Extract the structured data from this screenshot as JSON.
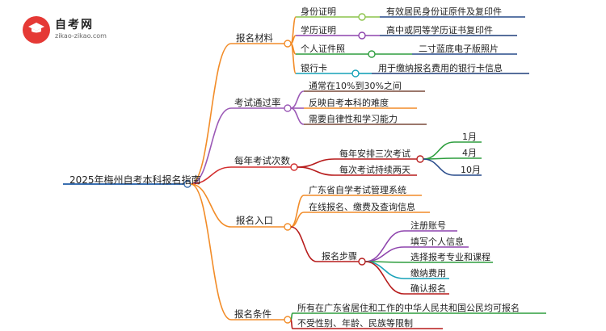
{
  "logo": {
    "title": "自考网",
    "url": "zikao-zikao.com"
  },
  "colors": {
    "root": "#3a6fb0",
    "orange": "#f28c28",
    "purple": "#9b59b6",
    "red": "#d32f2f",
    "green": "#2e9e3e",
    "teal": "#17a2b8",
    "navy": "#274a8a",
    "brown": "#7a4a3a",
    "lime": "#8bc34a",
    "darkblue": "#1f3f7a",
    "darkred": "#b71c1c",
    "violet": "#8e44ad"
  },
  "root": {
    "label": "2025年梅州自考本科报名指南"
  },
  "branches": [
    {
      "label": "报名材料",
      "color": "orange",
      "children": [
        {
          "label": "身份证明",
          "color": "lime",
          "detail": "有效居民身份证原件及复印件",
          "detail_color": "navy"
        },
        {
          "label": "学历证明",
          "color": "violet",
          "detail": "高中或同等学历证书复印件",
          "detail_color": "darkblue"
        },
        {
          "label": "个人证件照",
          "color": "green",
          "detail": "二寸蓝底电子版照片",
          "detail_color": "navy"
        },
        {
          "label": "银行卡",
          "color": "teal",
          "detail": "用于缴纳报名费用的银行卡信息",
          "detail_color": "darkblue"
        }
      ]
    },
    {
      "label": "考试通过率",
      "color": "purple",
      "children": [
        {
          "label": "通常在10%到30%之间",
          "color": "brown"
        },
        {
          "label": "反映自考本科的难度",
          "color": "orange"
        },
        {
          "label": "需要自律性和学习能力",
          "color": "brown"
        }
      ]
    },
    {
      "label": "每年考试次数",
      "color": "red",
      "children": [
        {
          "label": "每年安排三次考试",
          "color": "darkred",
          "children": [
            {
              "label": "1月",
              "color": "green"
            },
            {
              "label": "4月",
              "color": "green"
            },
            {
              "label": "10月",
              "color": "navy"
            }
          ]
        },
        {
          "label": "每次考试持续两天",
          "color": "darkred"
        }
      ]
    },
    {
      "label": "报名入口",
      "color": "orange",
      "children": [
        {
          "label": "广东省自学考试管理系统",
          "color": "orange"
        },
        {
          "label": "在线报名、缴费及查询信息",
          "color": "orange"
        },
        {
          "label": "报名步骤",
          "color": "darkred",
          "children": [
            {
              "label": "注册账号",
              "color": "violet"
            },
            {
              "label": "填写个人信息",
              "color": "violet"
            },
            {
              "label": "选择报考专业和课程",
              "color": "green"
            },
            {
              "label": "缴纳费用",
              "color": "teal"
            },
            {
              "label": "确认报名",
              "color": "darkred"
            }
          ]
        }
      ]
    },
    {
      "label": "报名条件",
      "color": "orange",
      "children": [
        {
          "label": "所有在广东省居住和工作的中华人民共和国公民均可报名",
          "color": "green"
        },
        {
          "label": "不受性别、年龄、民族等限制",
          "color": "darkred"
        }
      ]
    }
  ]
}
